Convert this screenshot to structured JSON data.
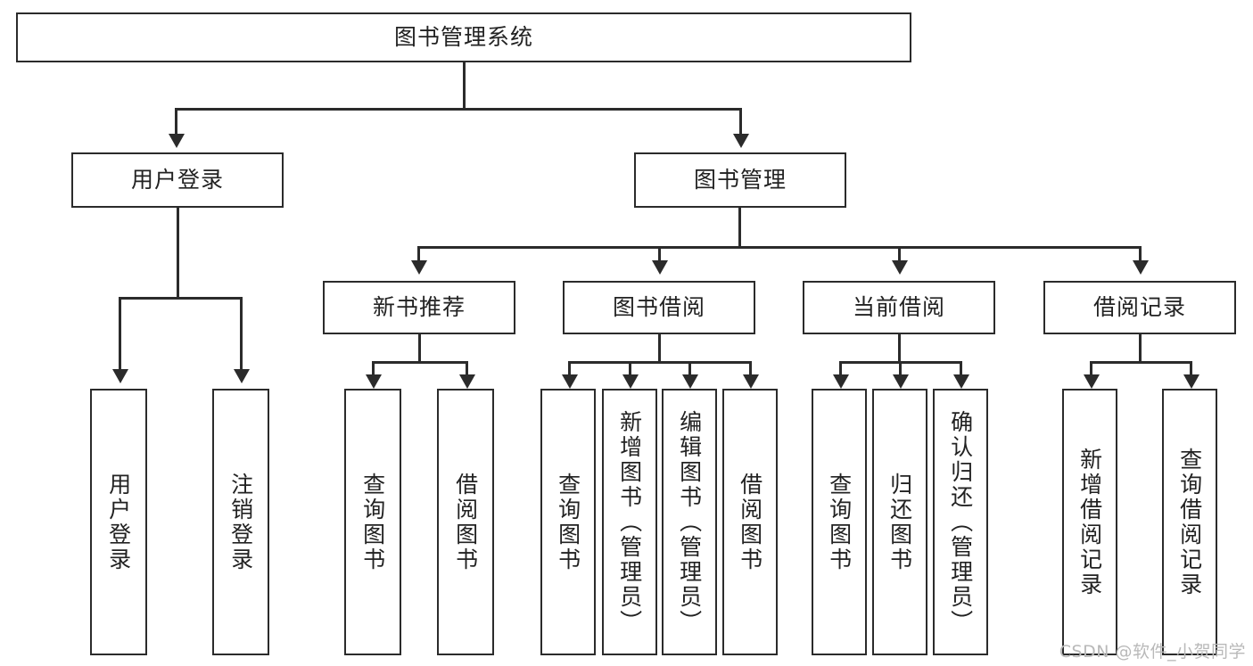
{
  "diagram": {
    "type": "tree-hierarchy-chart",
    "title": "图书管理系统",
    "orientation": "top-down",
    "colors": {
      "box_border": "#2b2b2b",
      "box_fill": "#ffffff",
      "connector": "#2b2b2b",
      "text": "#222222",
      "watermark": "#b9b9b9",
      "background": "#ffffff"
    },
    "levels": {
      "root": "图书管理系统",
      "level2": [
        "用户登录",
        "图书管理"
      ],
      "level3": [
        "新书推荐",
        "图书借阅",
        "当前借阅",
        "借阅记录"
      ]
    },
    "nodes": {
      "root": {
        "label": "图书管理系统"
      },
      "user_login": {
        "label": "用户登录"
      },
      "book_manage": {
        "label": "图书管理"
      },
      "new_book_rec": {
        "label": "新书推荐"
      },
      "book_borrow": {
        "label": "图书借阅"
      },
      "current_borrow": {
        "label": "当前借阅"
      },
      "borrow_record": {
        "label": "借阅记录"
      }
    },
    "leaves": {
      "user_login": [
        {
          "label": "用户登录"
        },
        {
          "label": "注销登录"
        }
      ],
      "new_book_rec": [
        {
          "label": "查询图书"
        },
        {
          "label": "借阅图书"
        }
      ],
      "book_borrow": [
        {
          "label": "查询图书"
        },
        {
          "label": "新增图书（管理员）"
        },
        {
          "label": "编辑图书（管理员）"
        },
        {
          "label": "借阅图书"
        }
      ],
      "current_borrow": [
        {
          "label": "查询图书"
        },
        {
          "label": "归还图书"
        },
        {
          "label": "确认归还（管理员）"
        }
      ],
      "borrow_record": [
        {
          "label": "新增借阅记录"
        },
        {
          "label": "查询借阅记录"
        }
      ]
    },
    "watermark": "CSDN @软件_小贺同学"
  }
}
